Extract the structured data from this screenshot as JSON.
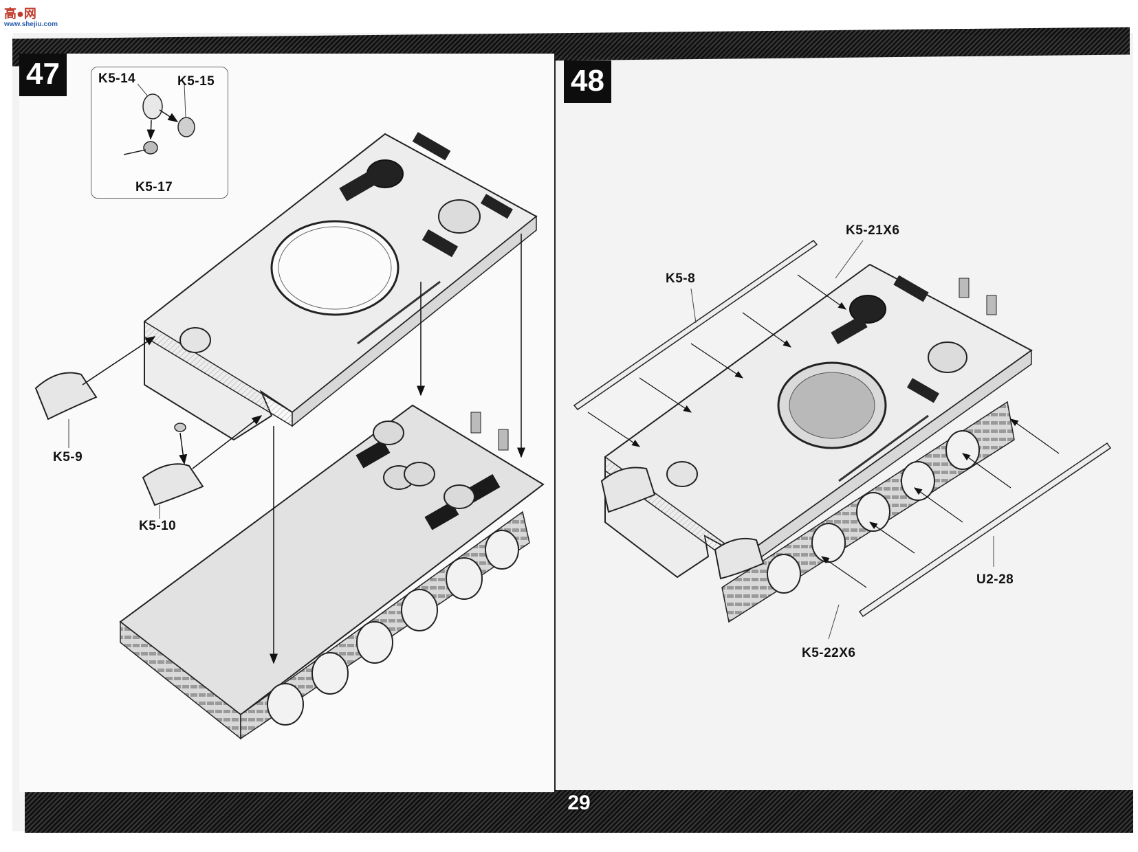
{
  "watermark": {
    "text": "高●网",
    "subtext": "www.shejiu.com"
  },
  "page_number": "29",
  "step_47": {
    "number": "47",
    "labels": {
      "k5_14": "K5-14",
      "k5_15": "K5-15",
      "k5_17": "K5-17",
      "k5_9": "K5-9",
      "k5_10": "K5-10"
    }
  },
  "step_48": {
    "number": "48",
    "labels": {
      "k5_21": "K5-21X6",
      "k5_8": "K5-8",
      "u2_28": "U2-28",
      "k5_22": "K5-22X6"
    }
  }
}
